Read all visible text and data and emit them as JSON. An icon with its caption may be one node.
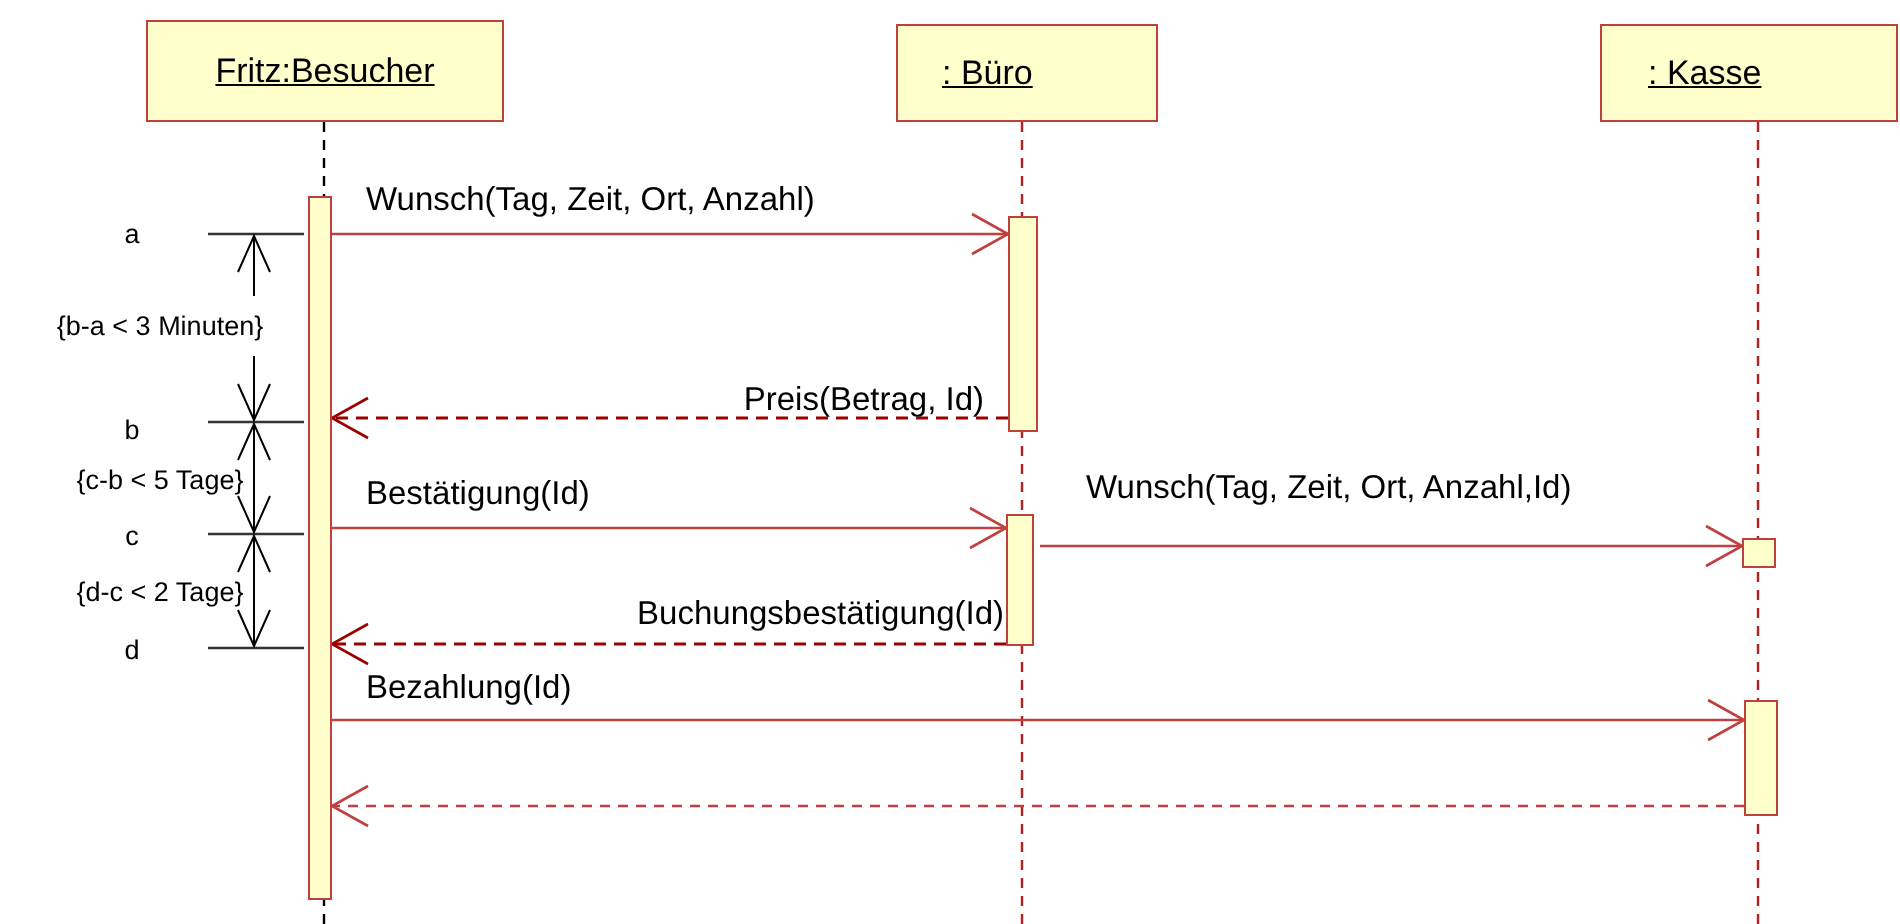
{
  "diagram": {
    "nodes": [
      {
        "text": [
          "Fritz:Besucher"
        ]
      },
      {
        "text": [
          ": Büro"
        ]
      },
      {
        "text": [
          ": Kasse"
        ]
      },
      {
        "text": [],
        "shape": "bar"
      },
      {
        "text": [],
        "shape": "bar"
      },
      {
        "text": [],
        "shape": "bar"
      },
      {
        "text": [],
        "shape": "bar"
      },
      {
        "text": [],
        "shape": "bar"
      }
    ],
    "edges": [
      {
        "from": 3,
        "to": 4,
        "arrow": "to",
        "label": "Wunsch(Tag, Zeit, Ort, Anzahl)"
      },
      {
        "from": 4,
        "to": 3,
        "arrow": "to",
        "label": "Preis(Betrag, Id)",
        "style": "dashed",
        "color": "#990000"
      },
      {
        "from": 3,
        "to": 5,
        "arrow": "to",
        "label": "Bestätigung(Id)"
      },
      {
        "from": 5,
        "to": 6,
        "arrow": "to",
        "label": "Wunsch(Tag, Zeit, Ort, Anzahl,Id)"
      },
      {
        "from": 5,
        "to": 3,
        "arrow": "to",
        "label": "Buchungsbestätigung(Id)",
        "style": "dashed",
        "color": "#990000"
      },
      {
        "from": 3,
        "to": 7,
        "arrow": "to",
        "label": "Bezahlung(Id)"
      },
      {
        "from": 7,
        "to": 3,
        "arrow": "to",
        "style": "dashed"
      }
    ],
    "labels": [
      "a",
      "{b-a < 3 Minuten}",
      "b",
      "{c-b < 5 Tage}",
      "c",
      "{d-c < 2 Tage}",
      "d"
    ]
  }
}
